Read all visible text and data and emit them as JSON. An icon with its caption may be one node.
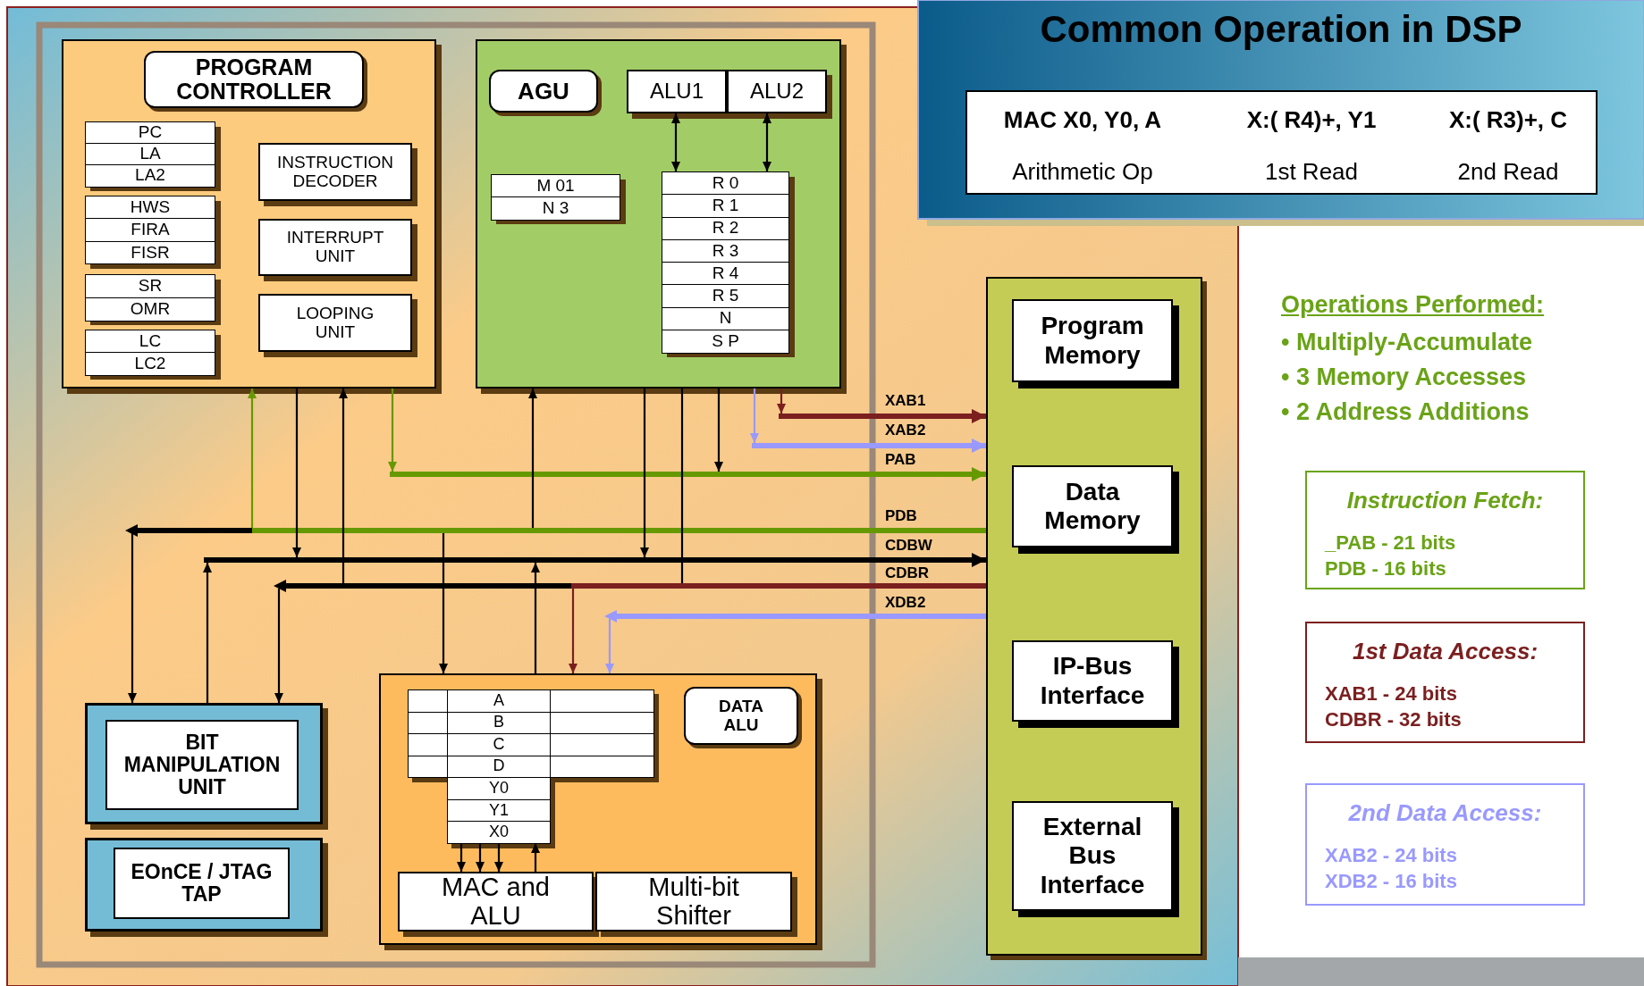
{
  "diagram": {
    "title": "Common Operation in DSP",
    "nodes": [
      {
        "text": [],
        "shape": "box"
      },
      {
        "text": [
          "PC",
          "LA",
          "LA2"
        ],
        "in": 0
      },
      {
        "text": [
          "HWS",
          "FIRA",
          "FISR"
        ],
        "in": 0
      },
      {
        "text": [
          "SR",
          "OMR"
        ],
        "in": 0
      },
      {
        "text": [
          "LC",
          "LC2"
        ],
        "in": 0
      },
      {
        "text": [
          "INSTRUCTION DECODER"
        ],
        "in": 0
      },
      {
        "text": [
          "INTERRUPT UNIT"
        ],
        "in": 0
      },
      {
        "text": [
          "LOOPING UNIT"
        ],
        "in": 0
      },
      {
        "text": [],
        "shape": "box"
      },
      {
        "text": [
          "ALU1"
        ],
        "in": 8
      },
      {
        "text": [
          "ALU2"
        ],
        "in": 8
      },
      {
        "text": [
          "M 01",
          "N 3"
        ],
        "in": 8
      },
      {
        "text": [
          "R 0",
          "R 1",
          "R 2",
          "R 3",
          "R 4",
          "R 5",
          "N",
          "S P"
        ],
        "in": 8
      },
      {
        "text": [
          "BIT MANIPULATION UNIT"
        ]
      },
      {
        "text": [
          "EOnCE / JTAG TAP"
        ]
      },
      {
        "text": [],
        "shape": "box"
      },
      {
        "text": [
          "A",
          "B",
          "C",
          "D",
          "Y0",
          "Y1",
          "X0"
        ],
        "in": 15
      },
      {
        "text": [
          "MAC and ALU"
        ],
        "in": 15
      },
      {
        "text": [
          "Multi-bit Shifter"
        ],
        "in": 15
      },
      {
        "text": [],
        "shape": "box"
      },
      {
        "text": [
          "Program Memory"
        ],
        "in": 19
      },
      {
        "text": [
          "Data Memory"
        ],
        "in": 19
      },
      {
        "text": [
          "IP-Bus Interface"
        ],
        "in": 19
      },
      {
        "text": [
          "External Bus Interface"
        ],
        "in": 19
      },
      {
        "text": [],
        "shape": "bar",
        "beside": [
          "XAB1"
        ]
      },
      {
        "text": [],
        "shape": "bar",
        "beside": [
          "XAB2"
        ]
      },
      {
        "text": [],
        "shape": "bar",
        "beside": [
          "PAB"
        ]
      },
      {
        "text": [],
        "shape": "bar",
        "beside": [
          "PDB"
        ]
      },
      {
        "text": [],
        "shape": "bar",
        "beside": [
          "CDBW"
        ]
      },
      {
        "text": [],
        "shape": "bar",
        "beside": [
          "CDBR"
        ]
      },
      {
        "text": [],
        "shape": "bar",
        "beside": [
          "XDB2"
        ]
      },
      {
        "text": [
          "MAC X0, Y0, A",
          "X:( R4)+, Y1",
          "X:( R3)+, C",
          "Arithmetic Op",
          "1st Read",
          "2nd Read"
        ]
      },
      {
        "text": [
          "Instruction Fetch:",
          "_PAB - 21 bits",
          "PDB - 16 bits"
        ]
      },
      {
        "text": [
          "1st Data Access:",
          "XAB1 - 24 bits",
          "CDBR - 32 bits"
        ]
      },
      {
        "text": [
          "2nd Data Access:",
          "XAB2 - 24 bits",
          "XDB2 - 16 bits"
        ]
      },
      {
        "text": [
          "PROGRAM CONTROLLER"
        ],
        "in": 0
      },
      {
        "text": [
          "AGU"
        ],
        "in": 8
      },
      {
        "text": [
          "DATA ALU"
        ],
        "in": 15
      }
    ],
    "edges": [
      {
        "from": 9,
        "to": 12,
        "arrow": "both"
      },
      {
        "from": 10,
        "to": 12,
        "arrow": "both"
      },
      {
        "from": 8,
        "to": 24,
        "arrow": "to",
        "color": "#7b1f1f"
      },
      {
        "from": 8,
        "to": 25,
        "arrow": "to",
        "color": "#9999ff"
      },
      {
        "from": 0,
        "to": 26,
        "arrow": "to",
        "color": "#669900"
      },
      {
        "from": 8,
        "to": 26,
        "arrow": "to"
      },
      {
        "from": 27,
        "to": 0,
        "arrow": "to",
        "color": "#669900"
      },
      {
        "from": 27,
        "to": 8,
        "arrow": "to"
      },
      {
        "from": 27,
        "to": 13,
        "arrow": "to"
      },
      {
        "from": 27,
        "to": 15,
        "arrow": "to"
      },
      {
        "from": 0,
        "to": 28,
        "arrow": "to"
      },
      {
        "from": 8,
        "to": 28,
        "arrow": "to"
      },
      {
        "from": 13,
        "to": 28,
        "arrow": "to"
      },
      {
        "from": 15,
        "to": 28,
        "arrow": "to"
      },
      {
        "from": 29,
        "to": 0,
        "arrow": "to"
      },
      {
        "from": 8,
        "to": 29,
        "arrow": "none"
      },
      {
        "from": 29,
        "to": 13,
        "arrow": "to"
      },
      {
        "from": 29,
        "to": 15,
        "arrow": "to",
        "color": "#7b1f1f"
      },
      {
        "from": 30,
        "to": 15,
        "arrow": "to",
        "color": "#9999ff"
      },
      {
        "from": 24,
        "to": 19,
        "arrow": "to",
        "style": "thick",
        "color": "#7b1f1f"
      },
      {
        "from": 25,
        "to": 19,
        "arrow": "to",
        "style": "thick",
        "color": "#9999ff"
      },
      {
        "from": 26,
        "to": 19,
        "arrow": "to",
        "style": "thick",
        "color": "#669900"
      },
      {
        "from": 27,
        "to": 19,
        "arrow": "none",
        "style": "thick",
        "color": "#669900"
      },
      {
        "from": 28,
        "to": 19,
        "arrow": "to",
        "style": "thick"
      },
      {
        "from": 29,
        "to": 19,
        "arrow": "none",
        "style": "thick",
        "color": "#7b1f1f"
      },
      {
        "from": 30,
        "to": 19,
        "arrow": "none",
        "style": "thick",
        "color": "#9999ff"
      },
      {
        "from": 16,
        "to": 17,
        "arrow": "to"
      },
      {
        "from": 16,
        "to": 17,
        "arrow": "to"
      },
      {
        "from": 16,
        "to": 17,
        "arrow": "to"
      },
      {
        "from": 17,
        "to": 16,
        "arrow": "to"
      }
    ],
    "labels": [
      "Operations Performed:",
      "• Multiply-Accumulate",
      "• 3 Memory Accesses",
      "• 2 Address Additions"
    ]
  }
}
